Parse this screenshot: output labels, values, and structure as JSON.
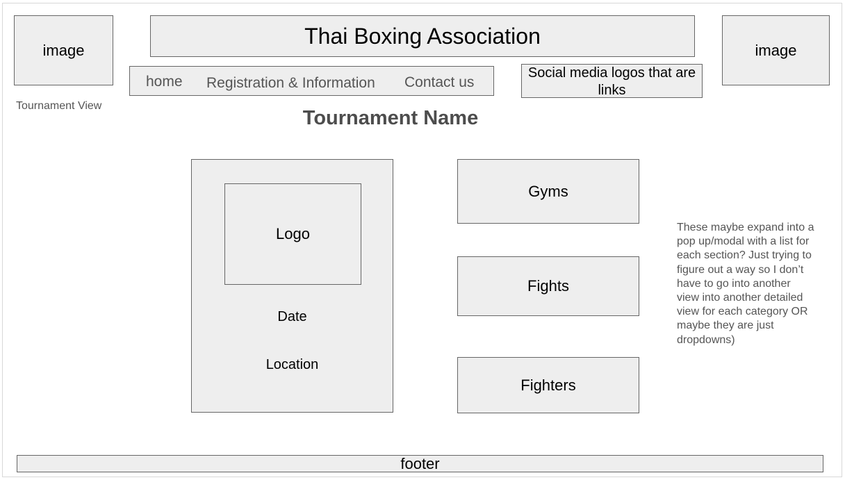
{
  "header": {
    "left_image_label": "image",
    "right_image_label": "image",
    "title": "Thai Boxing Association",
    "social_label": "Social media logos that are links"
  },
  "nav": {
    "items": [
      {
        "label": "home"
      },
      {
        "label": "Registration & Information"
      },
      {
        "label": "Contact us"
      }
    ]
  },
  "page": {
    "view_label": "Tournament View",
    "title": "Tournament Name"
  },
  "tournament_card": {
    "logo_label": "Logo",
    "date_label": "Date",
    "location_label": "Location"
  },
  "sections": {
    "gyms": "Gyms",
    "fights": "Fights",
    "fighters": "Fighters"
  },
  "note": "These maybe expand into a pop up/modal with a list for each section? Just trying to figure out a way so I don’t have to go into another view into another detailed view for each category OR maybe they are just dropdowns)",
  "footer": {
    "label": "footer"
  },
  "colors": {
    "box_fill": "#eeeeee",
    "box_border": "#666666",
    "muted_text": "#555555"
  }
}
